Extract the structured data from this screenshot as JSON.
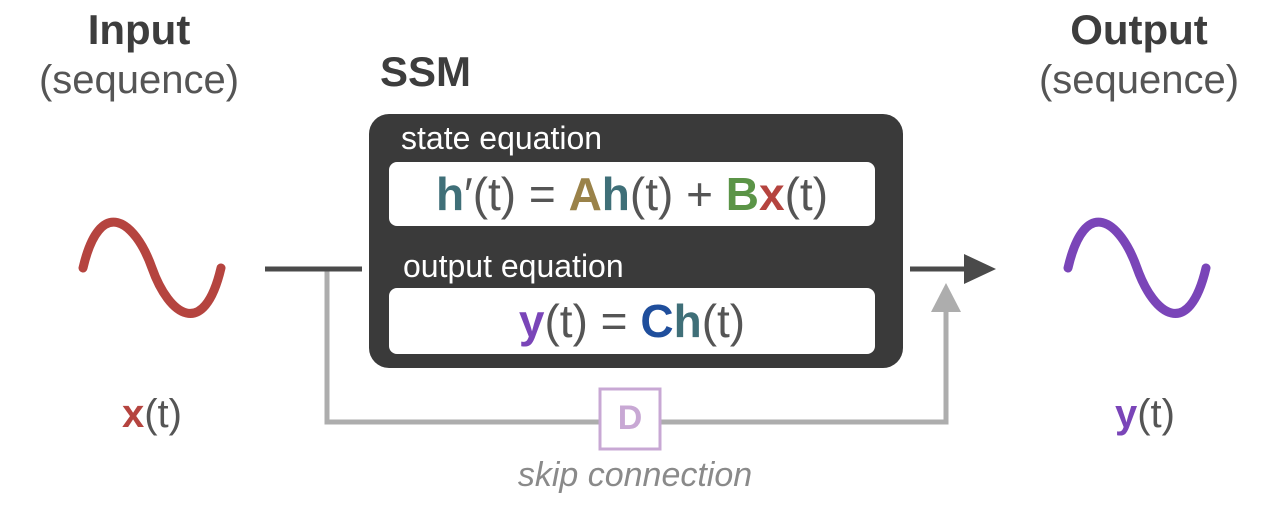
{
  "input": {
    "title": "Input",
    "subtitle": "(sequence)",
    "var": "x",
    "arg": "(t)"
  },
  "output": {
    "title": "Output",
    "subtitle": "(sequence)",
    "var": "y",
    "arg": "(t)"
  },
  "ssm": {
    "title": "SSM",
    "state_label": "state equation",
    "output_label": "output equation",
    "state_eq": {
      "h": "h",
      "prime_t": "′(t)",
      "eq": " = ",
      "A": "A",
      "h2": "h",
      "t2": "(t)",
      "plus": " + ",
      "B": "B",
      "x": "x",
      "t3": "(t)"
    },
    "output_eq": {
      "y": "y",
      "t": "(t)",
      "eq": " = ",
      "C": "C",
      "h": "h",
      "t2": "(t)"
    }
  },
  "skip": {
    "matrix": "D",
    "label": "skip connection"
  },
  "colors": {
    "x": "#b5443f",
    "y": "#7a45b8",
    "h": "#3f6f78",
    "A": "#9a8249",
    "B": "#5b9447",
    "C": "#1f4e9c",
    "D": "#c8a8d4",
    "arrow": "#4a4a4a",
    "skip": "#adadad"
  },
  "icons": {
    "input_wave": "sine-wave-icon",
    "output_wave": "sine-wave-icon"
  }
}
